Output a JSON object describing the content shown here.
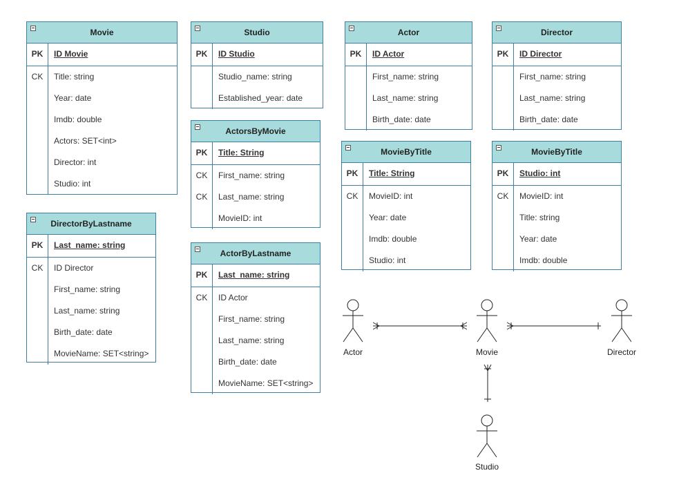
{
  "entities": {
    "movie": {
      "title": "Movie",
      "pk": {
        "key": "PK",
        "field": "ID Movie"
      },
      "rows": [
        {
          "key": "CK",
          "field": "Title: string"
        },
        {
          "key": "",
          "field": "Year: date"
        },
        {
          "key": "",
          "field": "Imdb: double"
        },
        {
          "key": "",
          "field": "Actors: SET<int>"
        },
        {
          "key": "",
          "field": "Director: int"
        },
        {
          "key": "",
          "field": "Studio: int"
        }
      ]
    },
    "studio": {
      "title": "Studio",
      "pk": {
        "key": "PK",
        "field": "ID Studio"
      },
      "rows": [
        {
          "key": "",
          "field": "Studio_name: string"
        },
        {
          "key": "",
          "field": "Established_year: date"
        }
      ]
    },
    "actor": {
      "title": "Actor",
      "pk": {
        "key": "PK",
        "field": "ID Actor"
      },
      "rows": [
        {
          "key": "",
          "field": "First_name: string"
        },
        {
          "key": "",
          "field": "Last_name: string"
        },
        {
          "key": "",
          "field": "Birth_date: date"
        }
      ]
    },
    "director": {
      "title": "Director",
      "pk": {
        "key": "PK",
        "field": "ID Director"
      },
      "rows": [
        {
          "key": "",
          "field": "First_name: string"
        },
        {
          "key": "",
          "field": "Last_name: string"
        },
        {
          "key": "",
          "field": "Birth_date: date"
        }
      ]
    },
    "actors_by_movie": {
      "title": "ActorsByMovie",
      "pk": {
        "key": "PK",
        "field": "Title: String"
      },
      "rows": [
        {
          "key": "CK",
          "field": "First_name: string"
        },
        {
          "key": "CK",
          "field": "Last_name: string"
        },
        {
          "key": "",
          "field": "MovieID:  int"
        }
      ]
    },
    "movie_by_title_1": {
      "title": "MovieByTitle",
      "pk": {
        "key": "PK",
        "field": "Title: String"
      },
      "rows": [
        {
          "key": "CK",
          "field": "MovieID:  int"
        },
        {
          "key": "",
          "field": "Year: date"
        },
        {
          "key": "",
          "field": "Imdb: double"
        },
        {
          "key": "",
          "field": "Studio: int"
        }
      ]
    },
    "movie_by_title_2": {
      "title": "MovieByTitle",
      "pk": {
        "key": "PK",
        "field": "Studio: int"
      },
      "rows": [
        {
          "key": "CK",
          "field": "MovieID:  int"
        },
        {
          "key": "",
          "field": "Title: string"
        },
        {
          "key": "",
          "field": "Year: date"
        },
        {
          "key": "",
          "field": "Imdb: double"
        }
      ]
    },
    "director_by_lastname": {
      "title": "DirectorByLastname",
      "pk": {
        "key": "PK",
        "field": "Last_name: string"
      },
      "rows": [
        {
          "key": "CK",
          "field": "ID Director"
        },
        {
          "key": "",
          "field": "First_name: string"
        },
        {
          "key": "",
          "field": "Last_name: string"
        },
        {
          "key": "",
          "field": "Birth_date: date"
        },
        {
          "key": "",
          "field": "MovieName: SET<string>"
        }
      ]
    },
    "actor_by_lastname": {
      "title": "ActorByLastname",
      "pk": {
        "key": "PK",
        "field": "Last_name: string"
      },
      "rows": [
        {
          "key": "CK",
          "field": "ID Actor"
        },
        {
          "key": "",
          "field": "First_name: string"
        },
        {
          "key": "",
          "field": "Last_name: string"
        },
        {
          "key": "",
          "field": "Birth_date: date"
        },
        {
          "key": "",
          "field": "MovieName: SET<string>"
        }
      ]
    }
  },
  "actors": {
    "actor": "Actor",
    "movie": "Movie",
    "director": "Director",
    "studio": "Studio"
  },
  "colors": {
    "header_fill": "#a8dcdc",
    "border": "#3d7ea6",
    "line": "#222222"
  }
}
